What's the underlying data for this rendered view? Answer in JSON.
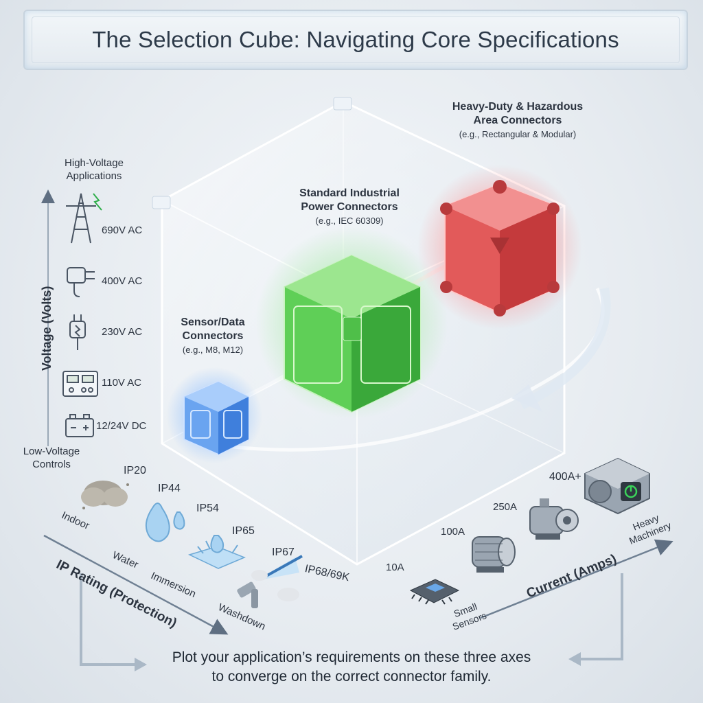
{
  "title": "The Selection Cube: Navigating Core Specifications",
  "voltage_axis": {
    "label": "Voltage (Volts)",
    "top_label": "High-Voltage Applications",
    "bottom_label": "Low-Voltage Controls",
    "levels": [
      "690V AC",
      "400V AC",
      "230V AC",
      "110V AC",
      "12/24V DC"
    ]
  },
  "ip_axis": {
    "label": "IP Rating (Protection)",
    "ratings": [
      "IP20",
      "IP44",
      "IP54",
      "IP65",
      "IP67",
      "IP68/69K"
    ],
    "environments": [
      "Indoor",
      "Water",
      "Immersion",
      "Washdown"
    ]
  },
  "current_axis": {
    "label": "Current (Amps)",
    "levels": [
      "10A",
      "100A",
      "250A",
      "400A+"
    ],
    "left_label": "Small Sensors",
    "right_label": "Heavy Machinery"
  },
  "families": {
    "sensor": {
      "name": "Sensor/Data Connectors",
      "line1": "Sensor/Data",
      "line2": "Connectors",
      "example": "(e.g., M8, M12)",
      "color": "#4a8fe8"
    },
    "standard": {
      "line1": "Standard Industrial",
      "line2": "Power Connectors",
      "example": "(e.g., IEC 60309)",
      "color": "#46c24a"
    },
    "heavy": {
      "line1": "Heavy-Duty & Hazardous",
      "line2": "Area Connectors",
      "example": "(e.g., Rectangular & Modular)",
      "color": "#e0474a"
    }
  },
  "footer": {
    "line1": "Plot your application’s requirements on these three axes",
    "line2": "to converge on the correct connector family."
  },
  "icons": [
    "power-tower-icon",
    "plug-icon",
    "plug-icon",
    "control-panel-icon",
    "battery-icon",
    "dust-cloud-icon",
    "water-drops-icon",
    "water-splash-icon",
    "spray-nozzle-icon",
    "chip-icon",
    "motor-icon",
    "pump-icon",
    "machinery-icon"
  ]
}
